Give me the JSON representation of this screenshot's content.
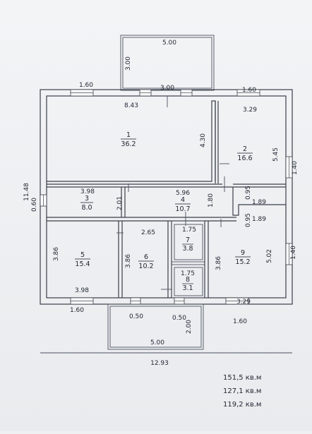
{
  "dimensions": {
    "terrace_top_width": "5.00",
    "terrace_top_depth": "3.00",
    "top_left_window": "1.60",
    "top_center_window": "3.00",
    "top_right_window": "1.60",
    "room1_width": "8.43",
    "room1_depth": "4.30",
    "room2_width": "3.29",
    "room2_depth": "5.45",
    "total_height": "11.48",
    "left_window": "0.60",
    "right_window_top": "1.40",
    "room3_width": "3.98",
    "room3_depth": "2.01",
    "room4_width": "5.96",
    "room4_depth": "1.80",
    "right_095_a": "0.95",
    "right_189_a": "1.89",
    "right_095_b": "0.95",
    "right_189_b": "1.89",
    "center_265": "2.65",
    "room7_width": "1.75",
    "room5_depth": "3.86",
    "room6_depth": "3.86",
    "room9_depth": "3.86",
    "room9_width_right": "5.02",
    "right_window_bottom": "1.40",
    "room8_width": "1.75",
    "room5_width": "3.98",
    "room9_width": "3.29",
    "bottom_left_window": "1.60",
    "bottom_gap_left": "0.50",
    "bottom_gap_right": "0.50",
    "bottom_right_window": "1.60",
    "terrace_bottom_depth": "2.00",
    "terrace_bottom_width": "5.00",
    "total_width": "12.93"
  },
  "rooms": [
    {
      "num": "1",
      "area": "36.2"
    },
    {
      "num": "2",
      "area": "16.6"
    },
    {
      "num": "3",
      "area": "8.0"
    },
    {
      "num": "4",
      "area": "10.7"
    },
    {
      "num": "5",
      "area": "15.4"
    },
    {
      "num": "6",
      "area": "10.2"
    },
    {
      "num": "7",
      "area": "3.8"
    },
    {
      "num": "8",
      "area": "3.1"
    },
    {
      "num": "9",
      "area": "15.2"
    }
  ],
  "totals": [
    "151,5 кв.м",
    "127,1 кв.м",
    "119,2 кв.м"
  ]
}
